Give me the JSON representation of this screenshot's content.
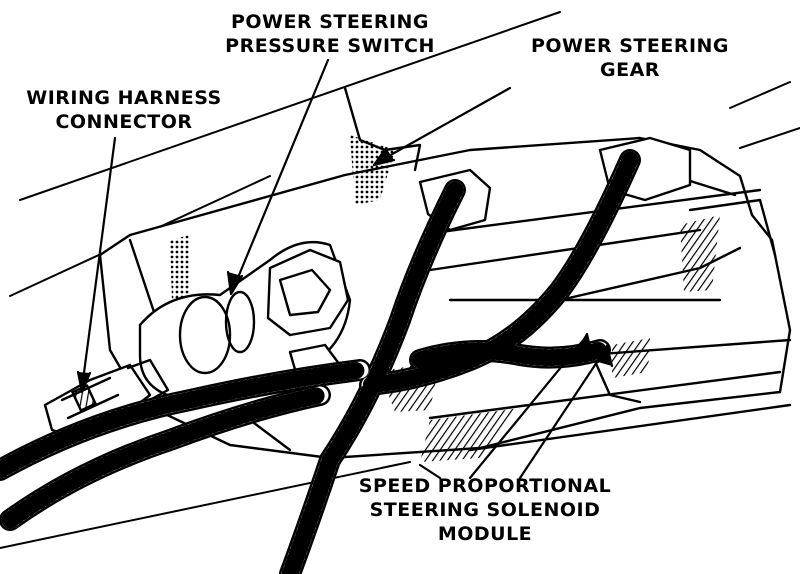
{
  "labels": {
    "wiring_harness": {
      "line1": "WIRING HARNESS",
      "line2": "CONNECTOR"
    },
    "pressure_switch": {
      "line1": "POWER STEERING",
      "line2": "PRESSURE SWITCH"
    },
    "steering_gear": {
      "line1": "POWER STEERING",
      "line2": "GEAR"
    },
    "solenoid_module": {
      "line1": "SPEED PROPORTIONAL",
      "line2": "STEERING SOLENOID",
      "line3": "MODULE"
    }
  },
  "colors": {
    "ink": "#000000",
    "paper": "#ffffff"
  }
}
